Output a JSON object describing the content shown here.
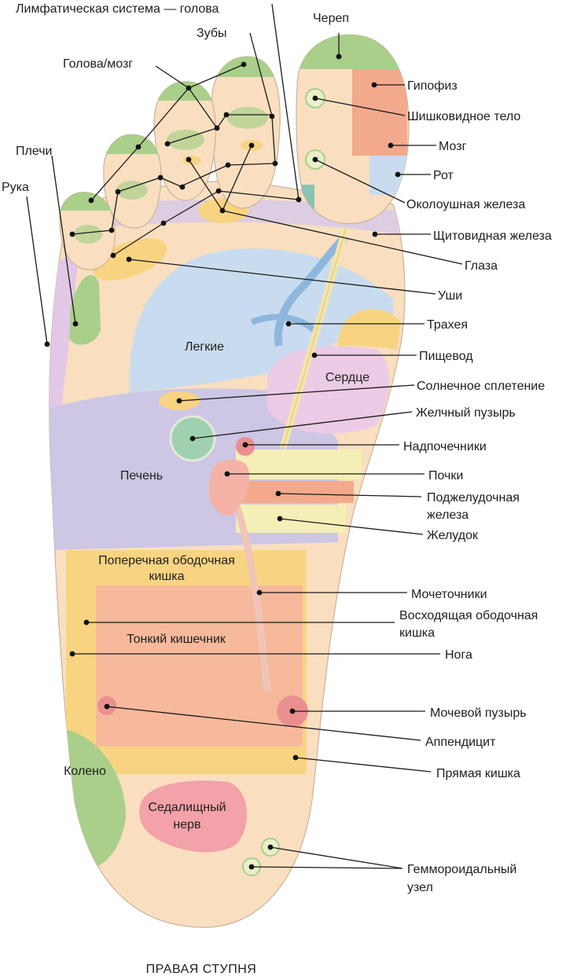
{
  "caption": "ПРАВАЯ СТУПНЯ",
  "labels": {
    "lymph_head": "Лимфатическая система — голова",
    "teeth": "Зубы",
    "head_brain": "Голова/мозг",
    "shoulders": "Плечи",
    "arm": "Рука",
    "skull": "Череп",
    "pituitary": "Гипофиз",
    "pineal": "Шишковидное тело",
    "brain": "Мозг",
    "mouth": "Рот",
    "parotid": "Околоушная железа",
    "thyroid": "Щитовидная железа",
    "eyes": "Глаза",
    "ears": "Уши",
    "trachea": "Трахея",
    "esophagus": "Пищевод",
    "solar_plexus": "Солнечное сплетение",
    "gallbladder": "Желчный пузырь",
    "adrenals": "Надпочечники",
    "kidneys": "Почки",
    "pancreas_1": "Поджелудочная",
    "pancreas_2": "железа",
    "stomach": "Желудок",
    "ureters": "Мочеточники",
    "ascending_colon_1": "Восходящая ободочная",
    "ascending_colon_2": "кишка",
    "leg": "Нога",
    "bladder": "Мочевой пузырь",
    "appendix": "Аппендицит",
    "rectum": "Прямая кишка",
    "hemorrhoid_1": "Геммороидальный",
    "hemorrhoid_2": "узел"
  },
  "zones": {
    "lungs": "Легкие",
    "heart": "Сердце",
    "liver": "Печень",
    "transverse_colon_1": "Поперечная ободочная",
    "transverse_colon_2": "кишка",
    "small_intestine": "Тонкий кишечник",
    "knee": "Колено",
    "sciatic_1": "Седалищный",
    "sciatic_2": "нерв"
  },
  "colors": {
    "skin": "#f9dfc0",
    "lung_blue": "#c9dcef",
    "liver_lavender": "#cdc6e4",
    "heart_pink": "#ebcbe5",
    "green": "#a9cf8a",
    "yellow": "#f8d482",
    "orange": "#f3a98c",
    "salmon": "#f6b99c",
    "cream": "#f4efb6",
    "rose": "#f2a2a8",
    "teal": "#8cc3b2"
  }
}
